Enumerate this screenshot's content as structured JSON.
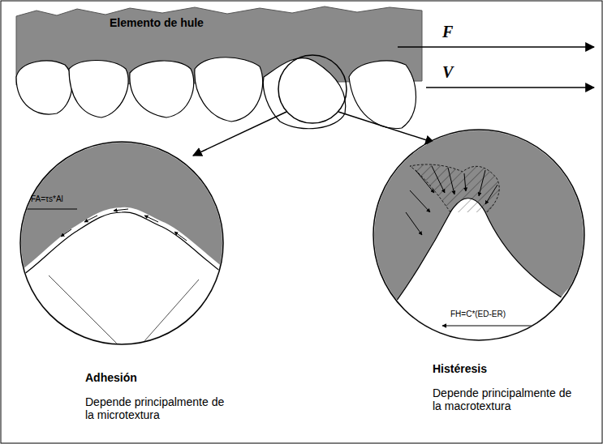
{
  "diagram": {
    "labels": [
      "Elemento de hule",
      "F",
      "V",
      "FA=τs*Al",
      "FH=C*(ED-ER)",
      "Adhesión",
      "Depende principalmente de la microtextura",
      "Histéresis",
      "Depende principalmente de la macrotextura"
    ]
  }
}
